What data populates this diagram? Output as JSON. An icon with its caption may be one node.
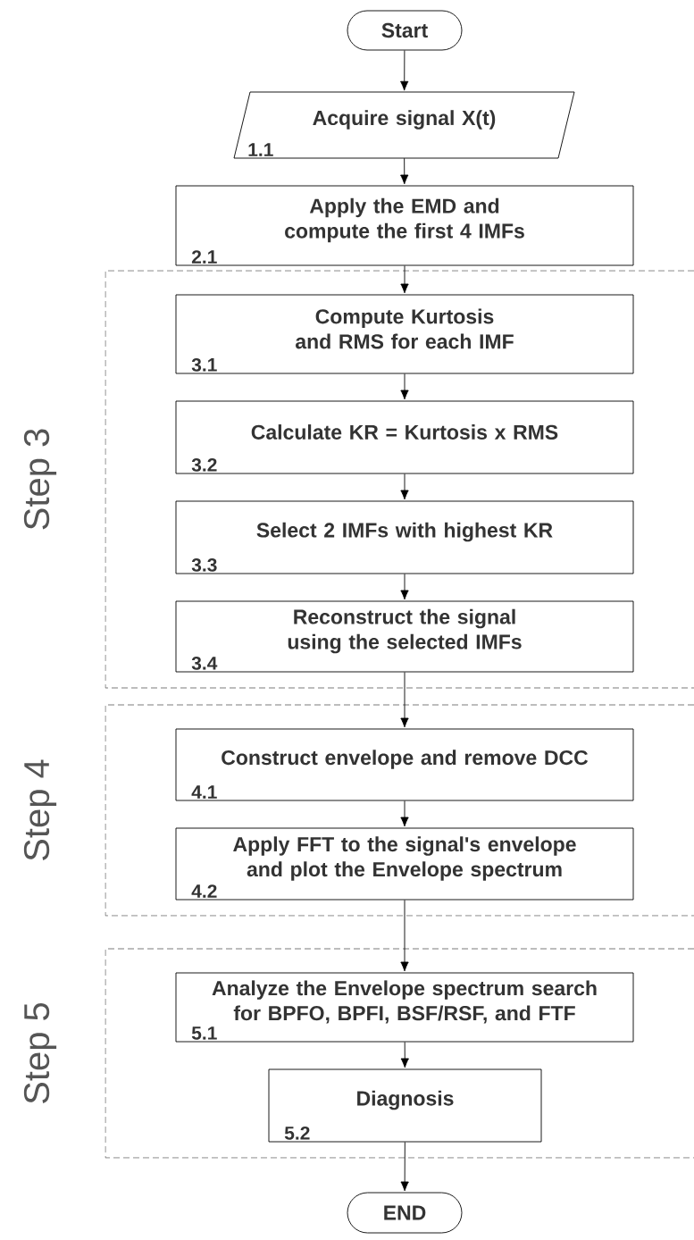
{
  "diagram": {
    "nodes": [
      {
        "text": [
          "Start"
        ]
      },
      {
        "text": [
          "Acquire signal X(t)",
          "1.1"
        ]
      },
      {
        "text": [
          "Apply the EMD and compute the first 4 IMFs",
          "2.1"
        ]
      },
      {
        "text": [
          "Step 3"
        ]
      },
      {
        "text": [
          "Compute Kurtosis and RMS for each IMF",
          "3.1"
        ],
        "in": 3
      },
      {
        "text": [
          "Calculate KR = Kurtosis x RMS",
          "3.2"
        ],
        "in": 3
      },
      {
        "text": [
          "Select 2 IMFs with highest KR",
          "3.3"
        ],
        "in": 3
      },
      {
        "text": [
          "Reconstruct the signal using the selected IMFs",
          "3.4"
        ],
        "in": 3
      },
      {
        "text": [
          "Step 4"
        ]
      },
      {
        "text": [
          "Construct envelope and remove DCC",
          "4.1"
        ],
        "in": 8
      },
      {
        "text": [
          "Apply FFT to the signal's envelope and plot the Envelope spectrum",
          "4.2"
        ],
        "in": 8
      },
      {
        "text": [
          "Step 5"
        ]
      },
      {
        "text": [
          "Analyze the Envelope spectrum search for BPFO, BPFI, BSF/RSF, and FTF",
          "5.1"
        ],
        "in": 11
      },
      {
        "text": [
          "Diagnosis",
          "5.2"
        ],
        "in": 11
      },
      {
        "text": [
          "END"
        ]
      }
    ],
    "edges": [
      {
        "from": 0,
        "to": 1,
        "arrow": "to"
      },
      {
        "from": 1,
        "to": 2,
        "arrow": "to"
      },
      {
        "from": 2,
        "to": 4,
        "arrow": "to"
      },
      {
        "from": 4,
        "to": 5,
        "arrow": "to"
      },
      {
        "from": 5,
        "to": 6,
        "arrow": "to"
      },
      {
        "from": 6,
        "to": 7,
        "arrow": "to"
      },
      {
        "from": 7,
        "to": 9,
        "arrow": "to"
      },
      {
        "from": 9,
        "to": 10,
        "arrow": "to"
      },
      {
        "from": 10,
        "to": 12,
        "arrow": "to"
      },
      {
        "from": 12,
        "to": 13,
        "arrow": "to"
      },
      {
        "from": 13,
        "to": 14,
        "arrow": "to"
      }
    ]
  }
}
